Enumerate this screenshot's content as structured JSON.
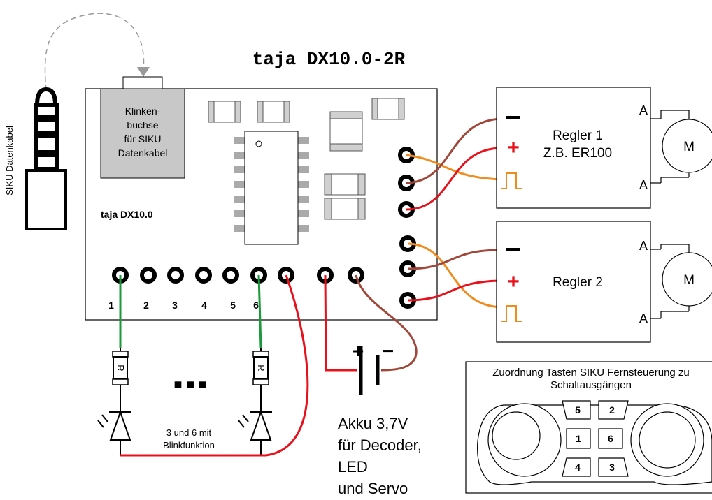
{
  "title": "taja DX10.0-2R",
  "cable": {
    "label": "SIKU Datenkabel"
  },
  "board": {
    "label": "taja DX10.0",
    "jack_lines": [
      "Klinken-",
      "buchse",
      "für SIKU",
      "Datenkabel"
    ],
    "pin_labels": [
      "1",
      "2",
      "3",
      "4",
      "5",
      "6"
    ]
  },
  "regulator1": {
    "line1": "Regler 1",
    "line2": "Z.B. ER100",
    "minus": "−",
    "plus": "+",
    "terminal_a": "A",
    "motor": "M"
  },
  "regulator2": {
    "line1": "Regler 2",
    "minus": "−",
    "plus": "+",
    "terminal_a": "A",
    "motor": "M"
  },
  "resistor_label": "R",
  "ellipsis": "■ ■ ■",
  "led_note": [
    "3 und 6 mit",
    "Blinkfunktion"
  ],
  "battery": {
    "plus": "+",
    "minus": "−",
    "lines": [
      "Akku 3,7V",
      "für Decoder,",
      "LED",
      "und Servo"
    ]
  },
  "remote": {
    "title_line1": "Zuordnung Tasten SIKU Fernsteuerung zu",
    "title_line2": "Schaltausgängen",
    "buttons": [
      "5",
      "2",
      "1",
      "6",
      "4",
      "3"
    ]
  },
  "colors": {
    "red": "#e8101a",
    "brown": "#a0473a",
    "orange": "#f08c1e",
    "green": "#1a9a3a",
    "gray_fill": "#c8c8c8"
  }
}
